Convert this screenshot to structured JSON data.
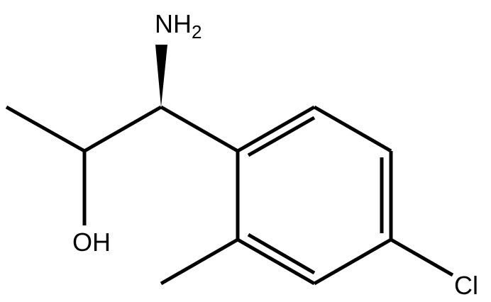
{
  "molecule": {
    "atoms": {
      "amine": {
        "symbol": "NH",
        "subscript": "2"
      },
      "hydroxyl": {
        "symbol": "OH"
      },
      "chlorine": {
        "symbol": "Cl"
      }
    },
    "colors": {
      "bond": "#000000",
      "label": "#000000",
      "background": "#ffffff"
    }
  }
}
